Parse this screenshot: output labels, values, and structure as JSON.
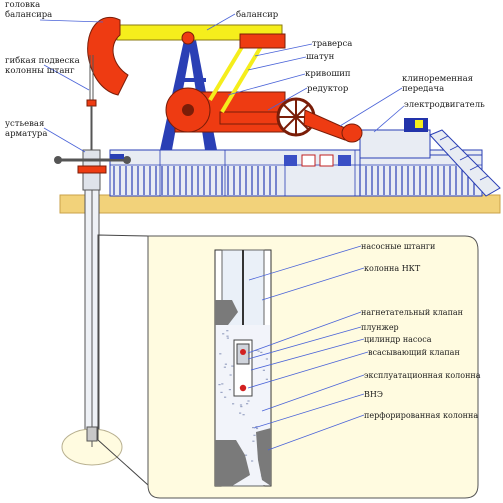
{
  "labels": {
    "balancer_head": "головка\nбалансира",
    "flexible_hanger": "гибкая подвеска\nколонны штанг",
    "wellhead": "устьевая\nарматура",
    "balancer": "балансир",
    "traverse": "траверса",
    "connecting_rod": "шатун",
    "crank": "кривошип",
    "gearbox": "редуктор",
    "vbelt": "клиноременная\nпередача",
    "motor": "электродвигатель",
    "pump_rods": "насосные штанги",
    "tubing": "колонна НКТ",
    "discharge_valve": "нагнетательный клапан",
    "plunger": "плунжер",
    "pump_cylinder": "цилиндр насоса",
    "suction_valve": "всасывающий клапан",
    "production_casing": "эксплуатационная колонна",
    "wok": "ВНЭ",
    "perforated_casing": "перфорированная колонна"
  },
  "colors": {
    "balancer_yellow": "#f5ee1c",
    "head_red": "#ee3b12",
    "frame_blue": "#2a3fb5",
    "base_gray": "#9a9eaa",
    "panel_blue": "#2233aa",
    "ground": "#f2d27a",
    "zoom_fill": "#fffbe0",
    "gray_rock": "#7a7a7a",
    "bubbles": "#b8c0d8"
  },
  "icons": [
    "warning-sign-icon",
    "no-entry-sign-icon",
    "hazard-sign-icon"
  ]
}
